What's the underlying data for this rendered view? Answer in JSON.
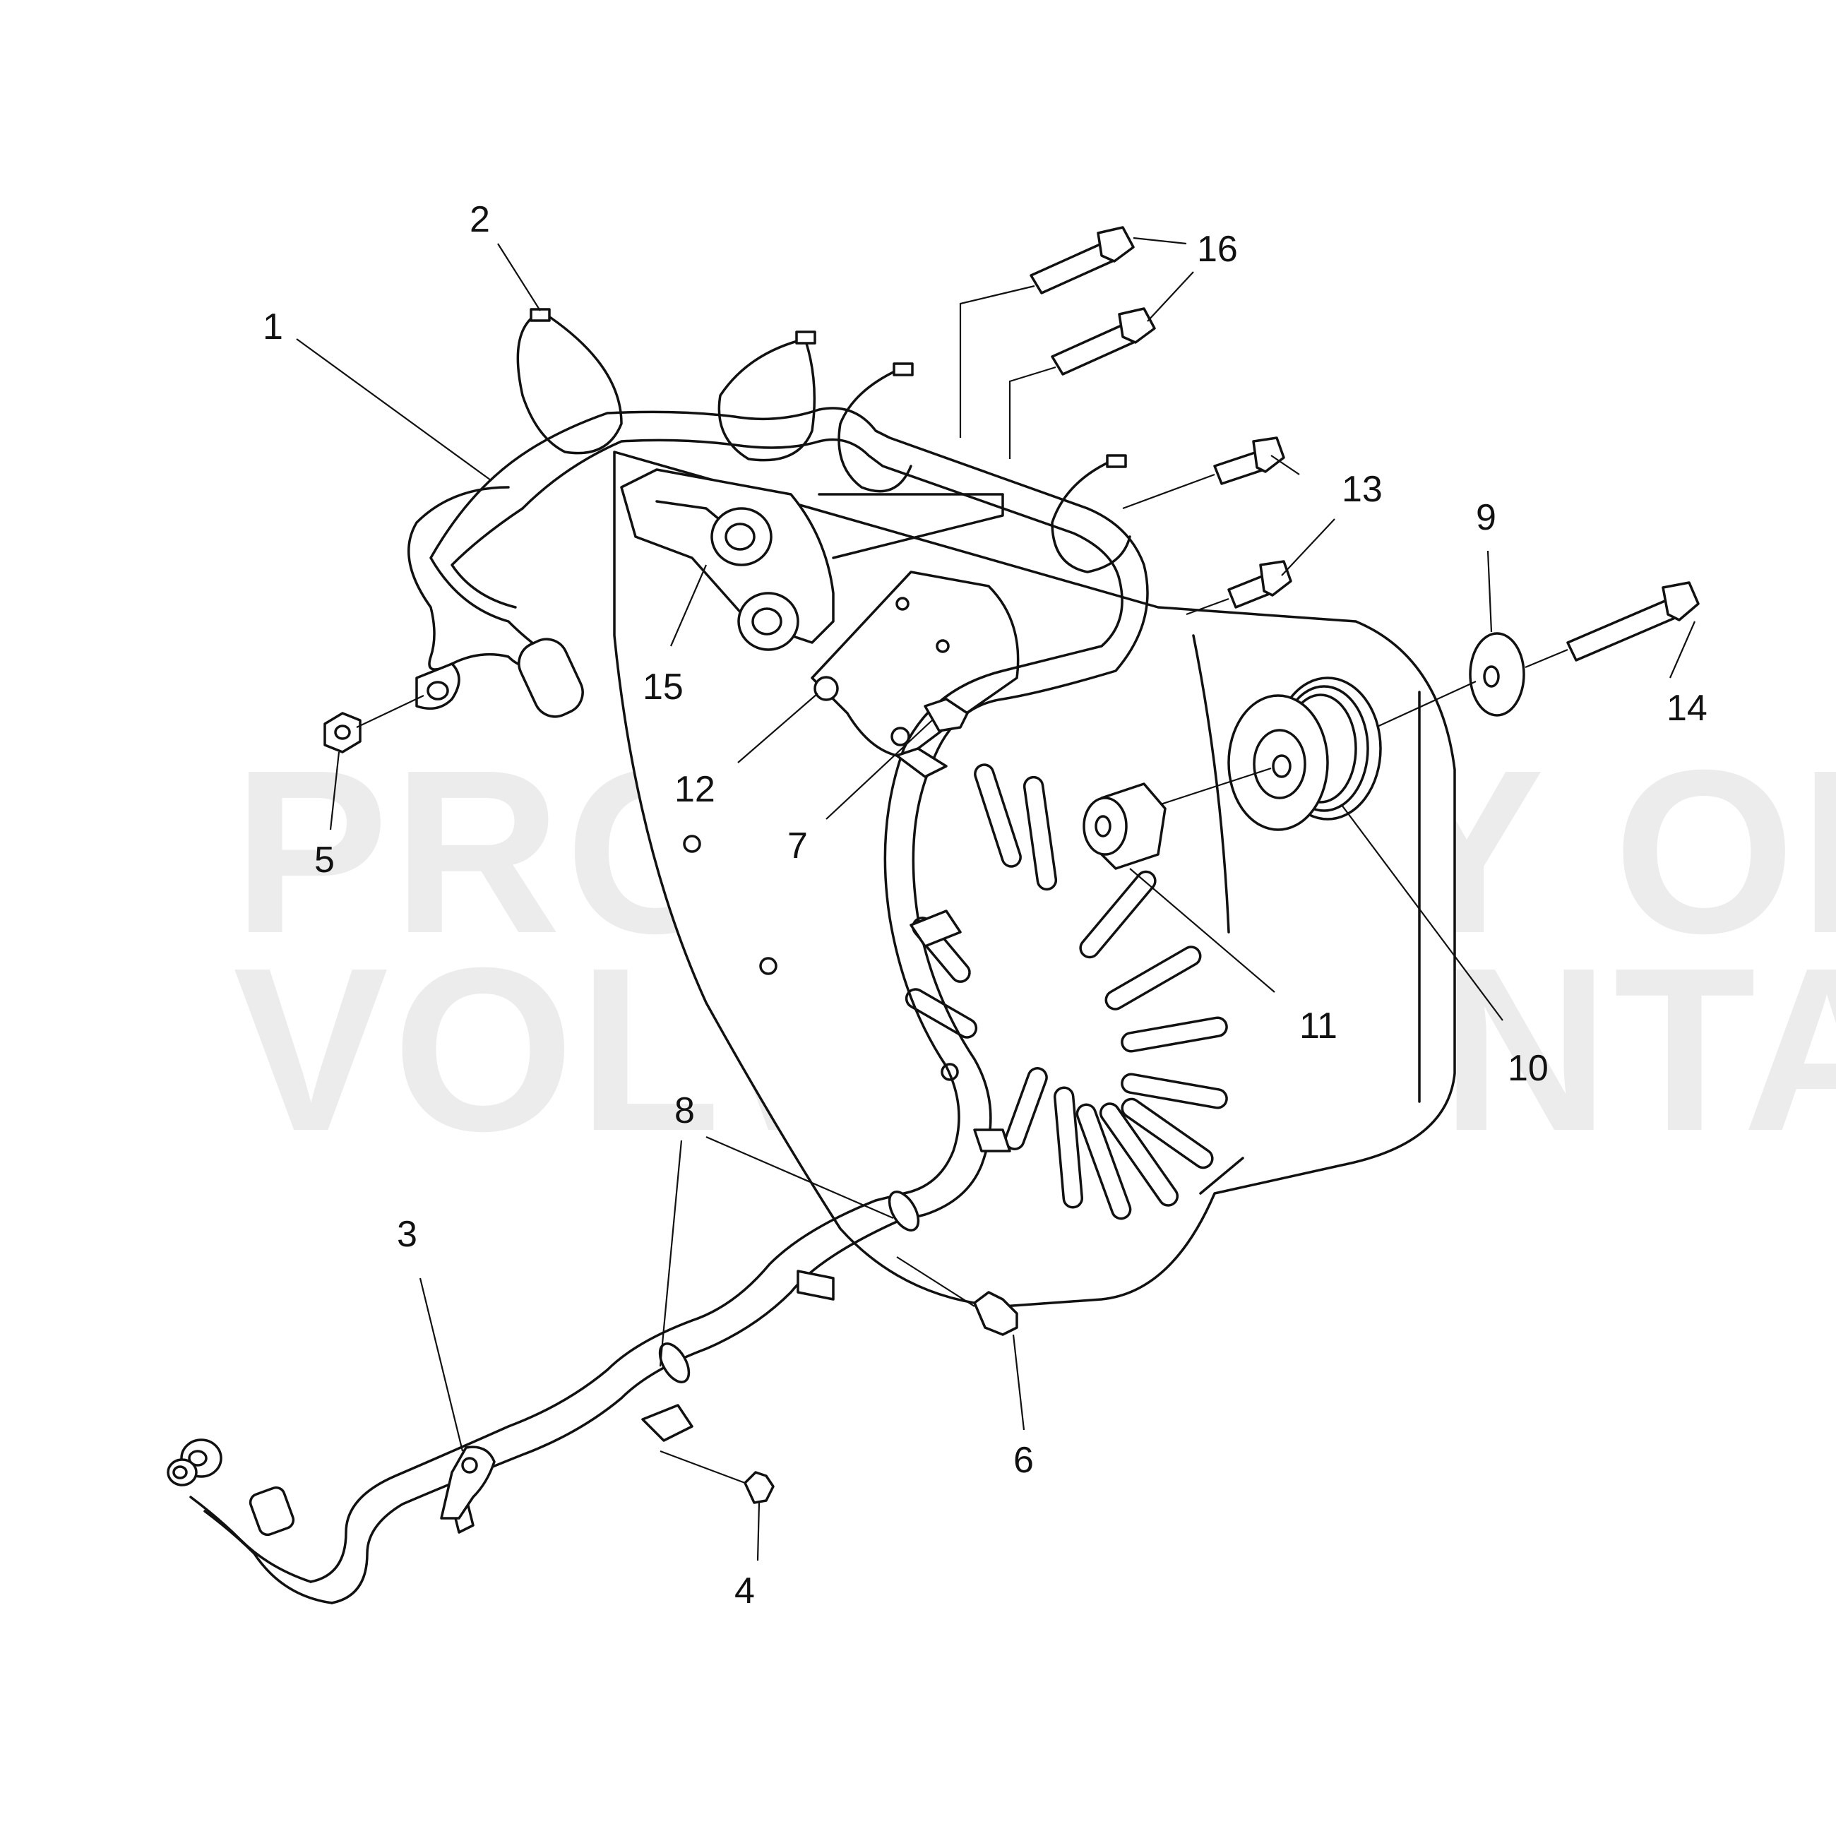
{
  "watermark": {
    "line1": "PROPERTY OF",
    "line2": "VOLVO PENTA"
  },
  "callouts": [
    {
      "id": "1",
      "label": "1"
    },
    {
      "id": "2",
      "label": "2"
    },
    {
      "id": "3",
      "label": "3"
    },
    {
      "id": "4",
      "label": "4"
    },
    {
      "id": "5",
      "label": "5"
    },
    {
      "id": "6",
      "label": "6"
    },
    {
      "id": "7",
      "label": "7"
    },
    {
      "id": "8",
      "label": "8"
    },
    {
      "id": "9",
      "label": "9"
    },
    {
      "id": "10",
      "label": "10"
    },
    {
      "id": "11",
      "label": "11"
    },
    {
      "id": "12",
      "label": "12"
    },
    {
      "id": "13",
      "label": "13"
    },
    {
      "id": "14",
      "label": "14"
    },
    {
      "id": "15",
      "label": "15"
    },
    {
      "id": "16",
      "label": "16"
    }
  ]
}
